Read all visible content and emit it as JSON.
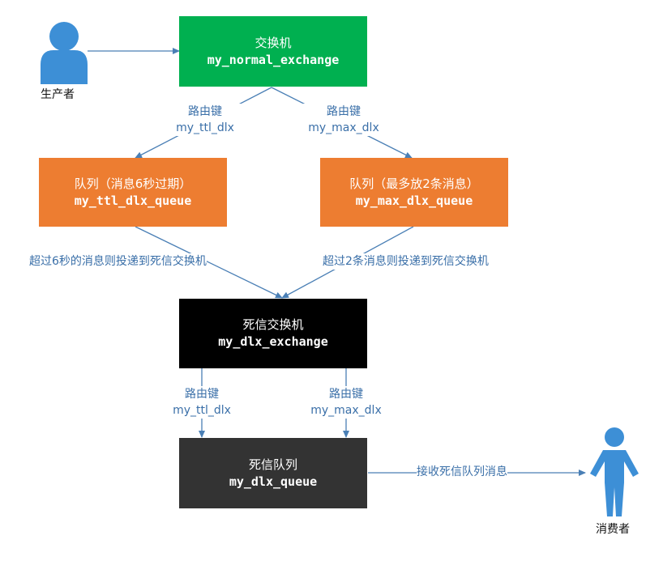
{
  "colors": {
    "green": "#00b050",
    "orange": "#ed7d31",
    "black": "#000000",
    "dark": "#333333",
    "arrow": "#4a7fb5",
    "person": "#3d8fd6",
    "label": "#3a6fa8"
  },
  "producer": {
    "icon": "user-bust-icon",
    "label": "生产者"
  },
  "consumer": {
    "icon": "standing-person-icon",
    "label": "消费者"
  },
  "normal_exchange": {
    "line1": "交换机",
    "line2": "my_normal_exchange"
  },
  "queue_ttl": {
    "line1": "队列（消息6秒过期）",
    "line2": "my_ttl_dlx_queue"
  },
  "queue_max": {
    "line1": "队列（最多放2条消息）",
    "line2": "my_max_dlx_queue"
  },
  "dlx_exchange": {
    "line1": "死信交换机",
    "line2": "my_dlx_exchange"
  },
  "dlx_queue": {
    "line1": "死信队列",
    "line2": "my_dlx_queue"
  },
  "edges": {
    "route_left_top": {
      "line1": "路由键",
      "line2": "my_ttl_dlx"
    },
    "route_right_top": {
      "line1": "路由键",
      "line2": "my_max_dlx"
    },
    "ttl_to_dlx": "超过6秒的消息则投递到死信交换机",
    "max_to_dlx": "超过2条消息则投递到死信交换机",
    "route_left_bottom": {
      "line1": "路由键",
      "line2": "my_ttl_dlx"
    },
    "route_right_bottom": {
      "line1": "路由键",
      "line2": "my_max_dlx"
    },
    "receive": "接收死信队列消息"
  }
}
